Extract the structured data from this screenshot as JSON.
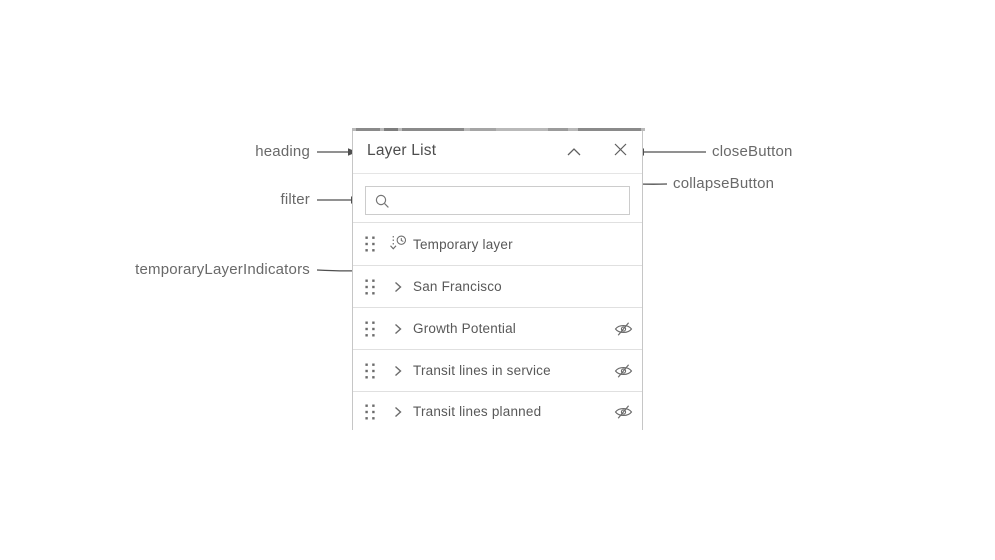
{
  "annotations": {
    "heading_label": "heading",
    "filter_label": "filter",
    "temporary_layer_indicators_label": "temporaryLayerIndicators",
    "close_button_label": "closeButton",
    "collapse_button_label": "collapseButton"
  },
  "panel": {
    "title": "Layer List",
    "filter": {
      "placeholder": "",
      "value": ""
    },
    "layers": [
      {
        "label": "Temporary layer",
        "indicator": "temporary-layer-indicator",
        "expandable": false,
        "hidden": false
      },
      {
        "label": "San Francisco",
        "expandable": true,
        "hidden": false
      },
      {
        "label": "Growth Potential",
        "expandable": true,
        "hidden": true
      },
      {
        "label": "Transit lines in service",
        "expandable": true,
        "hidden": true
      },
      {
        "label": "Transit lines planned",
        "expandable": true,
        "hidden": true
      }
    ],
    "icons": {
      "collapse": "chevron-up-icon",
      "close": "close-icon",
      "search": "search-icon",
      "drag": "drag-handle-icon",
      "expand": "chevron-right-icon",
      "temporary": "temporary-layer-indicator-icon",
      "hidden": "visibility-hidden-icon"
    },
    "colors": {
      "panel_border": "#c6c6c6",
      "separator": "#e0e0e0",
      "title_text": "#4d4d4d",
      "row_text": "#585858",
      "annotation_text": "#696969",
      "icon": "#6b6b6b",
      "arrow": "#4f4f4f"
    }
  }
}
